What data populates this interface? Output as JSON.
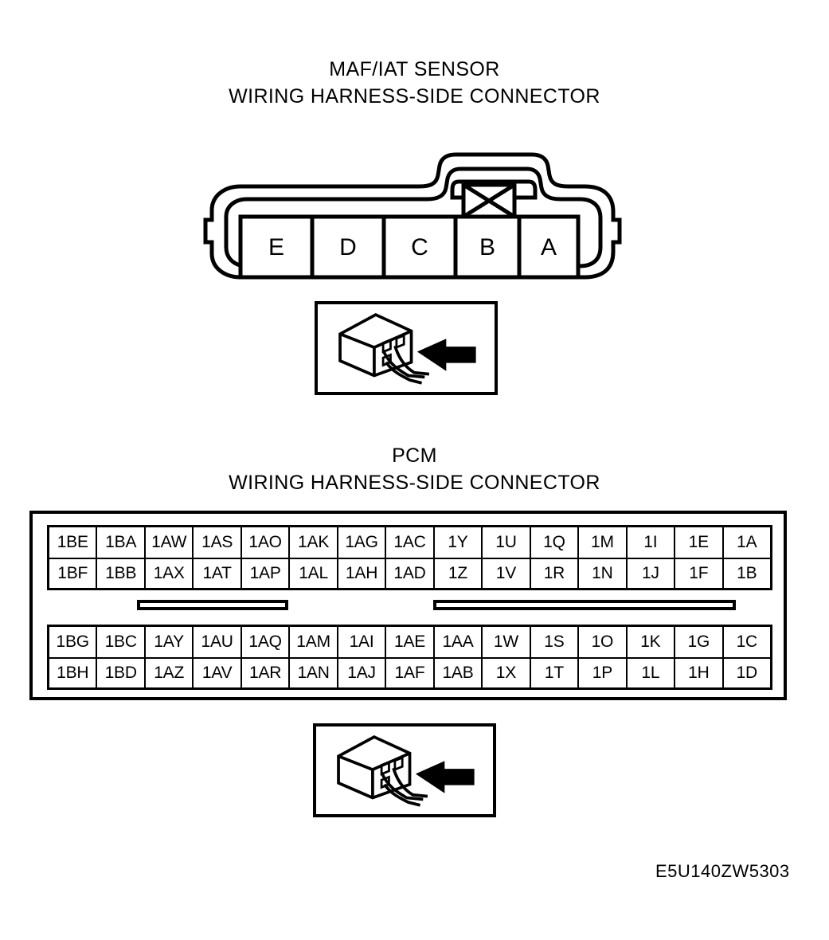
{
  "maf_section": {
    "title_line1": "MAF/IAT SENSOR",
    "title_line2": "WIRING HARNESS-SIDE CONNECTOR",
    "terminals": [
      "E",
      "D",
      "C",
      "B",
      "A"
    ],
    "lock_tab_icon": "crossed-box-icon",
    "illustration": {
      "icon": "connector-block-with-arrow-icon",
      "arrow_icon": "left-arrow-icon"
    }
  },
  "pcm_section": {
    "title_line1": "PCM",
    "title_line2": "WIRING HARNESS-SIDE CONNECTOR",
    "upper_block": {
      "row1": [
        "1BE",
        "1BA",
        "1AW",
        "1AS",
        "1AO",
        "1AK",
        "1AG",
        "1AC",
        "1Y",
        "1U",
        "1Q",
        "1M",
        "1I",
        "1E",
        "1A"
      ],
      "row2": [
        "1BF",
        "1BB",
        "1AX",
        "1AT",
        "1AP",
        "1AL",
        "1AH",
        "1AD",
        "1Z",
        "1V",
        "1R",
        "1N",
        "1J",
        "1F",
        "1B"
      ]
    },
    "lower_block": {
      "row1": [
        "1BG",
        "1BC",
        "1AY",
        "1AU",
        "1AQ",
        "1AM",
        "1AI",
        "1AE",
        "1AA",
        "1W",
        "1S",
        "1O",
        "1K",
        "1G",
        "1C"
      ],
      "row2": [
        "1BH",
        "1BD",
        "1AZ",
        "1AV",
        "1AR",
        "1AN",
        "1AJ",
        "1AF",
        "1AB",
        "1X",
        "1T",
        "1P",
        "1L",
        "1H",
        "1D"
      ]
    },
    "illustration": {
      "icon": "connector-block-with-arrow-icon",
      "arrow_icon": "left-arrow-icon"
    }
  },
  "drawing_code": "E5U140ZW5303",
  "colors": {
    "ink": "#000000",
    "background": "#ffffff"
  }
}
